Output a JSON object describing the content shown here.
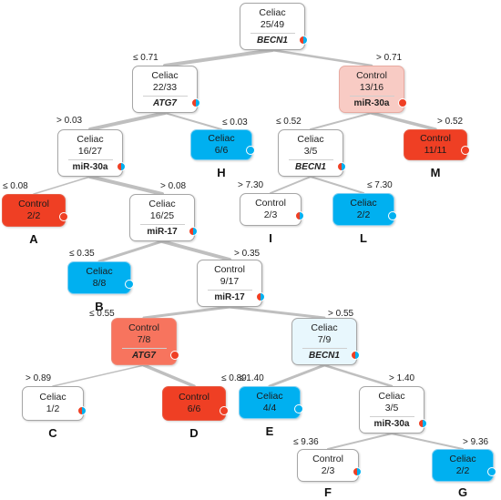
{
  "colors": {
    "white": "#ffffff",
    "blue": "#00b0f0",
    "red": "#ef3f24",
    "red_soft": "#f7745e",
    "pink": "#f8cbc4",
    "lightblue": "#e8f7fd",
    "edge": "#bfbfbf"
  },
  "nodes": {
    "root": {
      "cls": "Celiac",
      "ratio": "25/49",
      "feature": "BECN1",
      "feature_italic": true,
      "fill": "white",
      "dot": "mix"
    },
    "n1": {
      "cls": "Celiac",
      "ratio": "22/33",
      "feature": "ATG7",
      "feature_italic": true,
      "fill": "white",
      "dot": "mix"
    },
    "n2": {
      "cls": "Control",
      "ratio": "13/16",
      "feature": "miR-30a",
      "feature_italic": false,
      "fill": "pink",
      "dot": "red"
    },
    "n3": {
      "cls": "Celiac",
      "ratio": "16/27",
      "feature": "miR-30a",
      "feature_italic": false,
      "fill": "white",
      "dot": "mix"
    },
    "nH": {
      "cls": "Celiac",
      "ratio": "6/6",
      "feature": "",
      "feature_italic": false,
      "fill": "blue",
      "dot": "blue"
    },
    "n5": {
      "cls": "Celiac",
      "ratio": "3/5",
      "feature": "BECN1",
      "feature_italic": true,
      "fill": "white",
      "dot": "mix"
    },
    "nM": {
      "cls": "Control",
      "ratio": "11/11",
      "feature": "",
      "feature_italic": false,
      "fill": "red",
      "dot": "red"
    },
    "nA": {
      "cls": "Control",
      "ratio": "2/2",
      "feature": "",
      "feature_italic": false,
      "fill": "red",
      "dot": "red"
    },
    "n7": {
      "cls": "Celiac",
      "ratio": "16/25",
      "feature": "miR-17",
      "feature_italic": false,
      "fill": "white",
      "dot": "mix"
    },
    "nI": {
      "cls": "Control",
      "ratio": "2/3",
      "feature": "",
      "feature_italic": false,
      "fill": "white",
      "dot": "mix"
    },
    "nL": {
      "cls": "Celiac",
      "ratio": "2/2",
      "feature": "",
      "feature_italic": false,
      "fill": "blue",
      "dot": "blue"
    },
    "nB": {
      "cls": "Celiac",
      "ratio": "8/8",
      "feature": "",
      "feature_italic": false,
      "fill": "blue",
      "dot": "blue"
    },
    "n9": {
      "cls": "Control",
      "ratio": "9/17",
      "feature": "miR-17",
      "feature_italic": false,
      "fill": "white",
      "dot": "mix"
    },
    "n10": {
      "cls": "Control",
      "ratio": "7/8",
      "feature": "ATG7",
      "feature_italic": true,
      "fill": "red_soft",
      "dot": "red"
    },
    "n11": {
      "cls": "Celiac",
      "ratio": "7/9",
      "feature": "BECN1",
      "feature_italic": true,
      "fill": "lightblue",
      "dot": "mix"
    },
    "nC": {
      "cls": "Celiac",
      "ratio": "1/2",
      "feature": "",
      "feature_italic": false,
      "fill": "white",
      "dot": "mix"
    },
    "nD": {
      "cls": "Control",
      "ratio": "6/6",
      "feature": "",
      "feature_italic": false,
      "fill": "red",
      "dot": "red"
    },
    "nE": {
      "cls": "Celiac",
      "ratio": "4/4",
      "feature": "",
      "feature_italic": false,
      "fill": "blue",
      "dot": "blue"
    },
    "n15": {
      "cls": "Celiac",
      "ratio": "3/5",
      "feature": "miR-30a",
      "feature_italic": false,
      "fill": "white",
      "dot": "mix"
    },
    "nF": {
      "cls": "Control",
      "ratio": "2/3",
      "feature": "",
      "feature_italic": false,
      "fill": "white",
      "dot": "mix"
    },
    "nG": {
      "cls": "Celiac",
      "ratio": "2/2",
      "feature": "",
      "feature_italic": false,
      "fill": "blue",
      "dot": "blue"
    }
  },
  "edge_labels": {
    "e_root_n1": "≤ 0.71",
    "e_root_n2": "> 0.71",
    "e_n1_n3": "> 0.03",
    "e_n1_nH": "≤ 0.03",
    "e_n2_n5": "≤ 0.52",
    "e_n2_nM": "> 0.52",
    "e_n3_nA": "≤ 0.08",
    "e_n3_n7": "> 0.08",
    "e_n5_nI": "> 7.30",
    "e_n5_nL": "≤ 7.30",
    "e_n7_nB": "≤ 0.35",
    "e_n7_n9": "> 0.35",
    "e_n9_n10": "≤ 0.55",
    "e_n9_n11": "> 0.55",
    "e_n10_nC": "> 0.89",
    "e_n10_nD": "≤ 0.89",
    "e_n11_nE": "≤ 1.40",
    "e_n11_n15": "> 1.40",
    "e_n15_nF": "≤ 9.36",
    "e_n15_nG": "> 9.36"
  },
  "leaf_letters": {
    "nA": "A",
    "nB": "B",
    "nC": "C",
    "nD": "D",
    "nE": "E",
    "nF": "F",
    "nG": "G",
    "nH": "H",
    "nI": "I",
    "nL": "L",
    "nM": "M"
  }
}
